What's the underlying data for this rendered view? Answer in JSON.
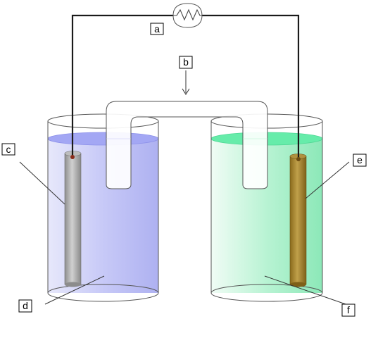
{
  "labels": {
    "a": "a",
    "b": "b",
    "c": "c",
    "d": "d",
    "e": "e",
    "f": "f"
  },
  "colors": {
    "left_solution": "#b3b6f2",
    "left_solution_top": "#9fa3f2",
    "right_solution": "#9ff0c6",
    "right_solution_top": "#5fe8a2",
    "wire": "#1a1a1a",
    "left_electrode": "#a8a8a8",
    "right_electrode": "#a3842e",
    "salt_bridge": "#ffffff",
    "label_line": "#333333"
  },
  "icons": {
    "meter": "resistor-zigzag-icon"
  }
}
